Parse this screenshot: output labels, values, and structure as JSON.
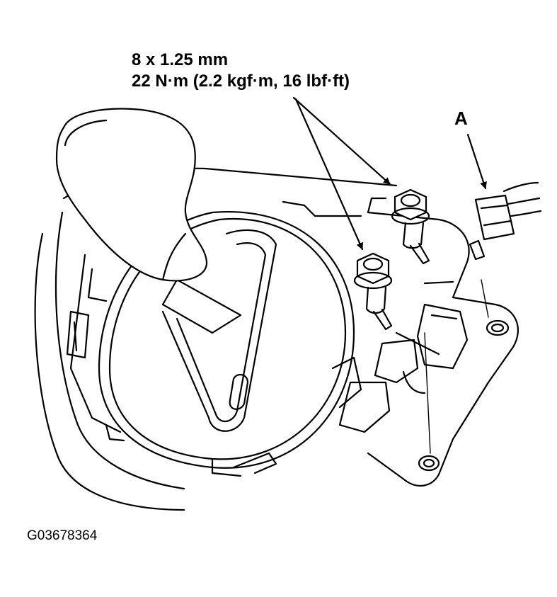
{
  "fastener_spec": {
    "size": "8 x 1.25 mm",
    "torque": "22 N·m (2.2 kgf·m, 16 lbf·ft)"
  },
  "callout_a": "A",
  "figure_id": "G03678364",
  "colors": {
    "line": "#000000",
    "background": "#ffffff"
  }
}
